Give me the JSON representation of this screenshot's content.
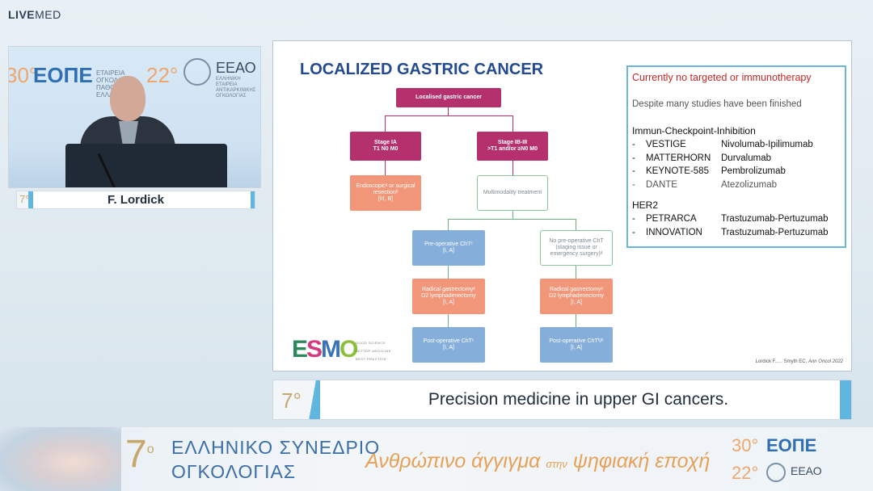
{
  "brand": {
    "live": "LIVE",
    "med": "MED"
  },
  "video": {
    "logo_left_num": "30°",
    "logo_left_name": "ΕΟΠΕ",
    "logo_left_sub": "ΕΤΑΙΡΕΙΑ ΟΓΚΟΛΟΓΩΝ ΠΑΘΟΛΟΓΩΝ ΕΛΛΑΔΑΣ",
    "logo_right_num": "22°",
    "logo_right_name": "ΕΕΑΟ",
    "logo_right_sub": "ΕΛΛΗΝΙΚΗ ΕΤΑΙΡΕΙΑ ΑΝΤΙΚΑΡΚΙΝΙΚΗΣ ΟΓΚΟΛΟΓΙΑΣ"
  },
  "speaker": {
    "name": "F. Lordick",
    "badge": "7°"
  },
  "slide": {
    "title": "LOCALIZED GASTRIC CANCER",
    "flowchart": {
      "root": "Localised gastric cancer",
      "stage1": "Stage IA\nT1 N0 M0",
      "stage2": "Stage IB-III\n>T1 and/or ≥N0 M0",
      "endoscopic": "Endoscopicᵃ or surgical resectionᵇ\n[III, B]",
      "multimodality": "Multimodality treatment",
      "preop": "Pre-operative ChTᶜ\n[I, A]",
      "no_preop": "No pre-operative ChT\n(staging issue or emergency surgery)ᵈ",
      "radical1": "Radical gastrectomyᵉ\nD2 lymphadenectomy\n[I, A]",
      "radical2": "Radical gastrectomyᵉ\nD2 lymphadenectomy\n[I, A]",
      "postop1": "Post-operative ChTᶜ\n[I, A]",
      "postop2": "Post-operative ChTᶠᵍʰ\n[I, A]"
    },
    "esmo_tagline": [
      "GOOD SCIENCE",
      "BETTER MEDICINE",
      "BEST PRACTICE"
    ],
    "citation": "Lordick F.,… Smyth EC,",
    "citation_journal": "Ann Oncol 2022",
    "infobox": {
      "heading": "Currently no targeted or immunotherapy",
      "subheading": "Despite many studies have been finished",
      "section1": "Immun-Checkpoint-Inhibition",
      "rows1": [
        {
          "dash": "-",
          "trial": "VESTIGE",
          "drug": "Nivolumab-Ipilimumab"
        },
        {
          "dash": "-",
          "trial": "MATTERHORN",
          "drug": "Durvalumab"
        },
        {
          "dash": "-",
          "trial": "KEYNOTE-585",
          "drug": "Pembrolizumab"
        },
        {
          "dash": "-",
          "trial": "DANTE",
          "drug": "Atezolizumab"
        }
      ],
      "section2": "HER2",
      "rows2": [
        {
          "dash": "-",
          "trial": "PETRARCA",
          "drug": "Trastuzumab-Pertuzumab"
        },
        {
          "dash": "-",
          "trial": "INNOVATION",
          "drug": "Trastuzumab-Pertuzumab"
        }
      ]
    }
  },
  "titlebar": {
    "badge": "7°",
    "text": "Precision medicine in upper GI cancers."
  },
  "banner": {
    "num": "7",
    "num_sup": "o",
    "title_line1": "ΕΛΛΗΝΙΚΟ ΣΥΝΕΔΡΙΟ",
    "title_line2": "ΟΓΚΟΛΟΓΙΑΣ",
    "slogan_a": "Ανθρώπινο άγγιγμα",
    "slogan_small": "στην",
    "slogan_b": "ψηφιακή εποχή",
    "logo1_num": "30°",
    "logo1_name": "ΕΟΠΕ",
    "logo2_num": "22°",
    "logo2_name": "ΕΕΑΟ"
  },
  "colors": {
    "accent": "#5fb6df",
    "slide_title": "#234a8f",
    "purple": "#b5316e",
    "salmon": "#f2967a",
    "blue_box": "#86aedb",
    "red_heading": "#c62828"
  }
}
